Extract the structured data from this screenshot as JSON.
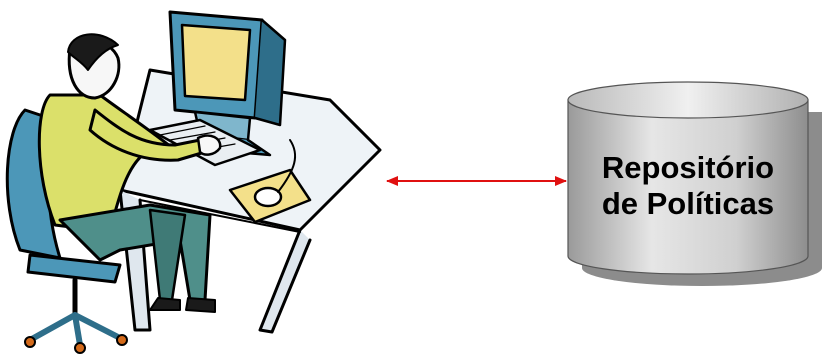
{
  "diagram": {
    "database": {
      "label_line1": "Repositório",
      "label_line2": "de Políticas",
      "icon": "database-cylinder-icon"
    },
    "user_workstation": {
      "icon": "user-at-computer-icon"
    },
    "connection": {
      "type": "bidirectional-arrow",
      "color": "#e01010"
    },
    "colors": {
      "db_fill_light": "#e4e4e4",
      "db_fill_dark": "#a9a9a9",
      "db_shadow": "#8c8c8c",
      "shirt": "#dbe06a",
      "screen": "#f3e08a",
      "desk": "#eef3f7"
    }
  }
}
